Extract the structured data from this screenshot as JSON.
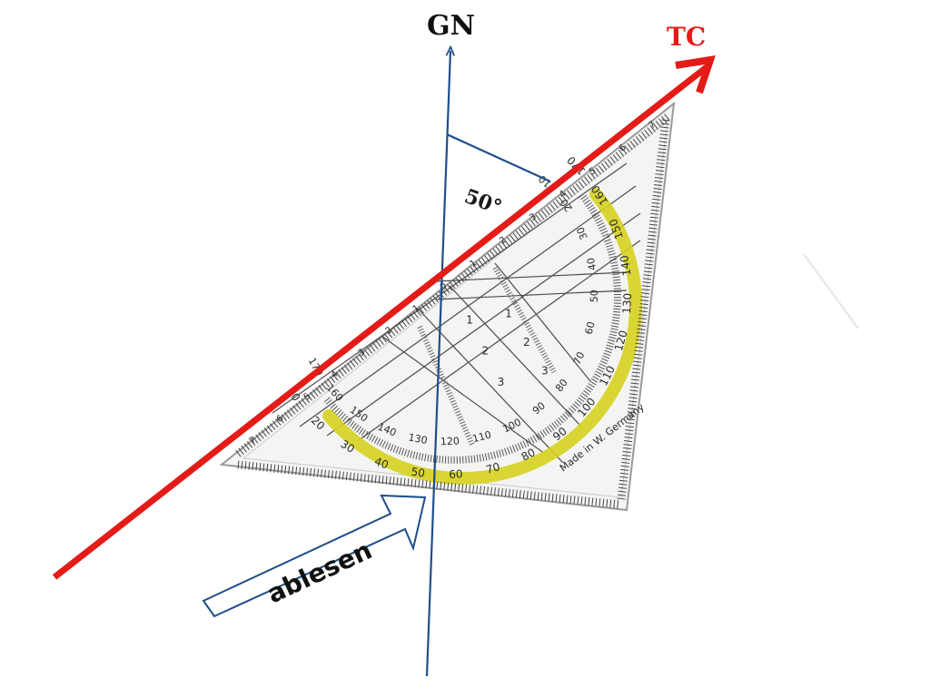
{
  "labels": {
    "grid_north": "GN",
    "true_course": "TC",
    "angle": "50°",
    "read_hint": "ablesen",
    "maker": "Made in W. Germany"
  },
  "scale": {
    "outer_ticks": [
      "10",
      "20",
      "30",
      "40",
      "50",
      "60",
      "70",
      "80",
      "90",
      "100",
      "110",
      "120",
      "130",
      "140",
      "150",
      "160",
      "170"
    ],
    "inner_ticks": [
      "10",
      "20",
      "30",
      "40",
      "50",
      "60",
      "70",
      "80",
      "90",
      "100",
      "110",
      "120",
      "130",
      "140",
      "150",
      "160",
      "170"
    ],
    "edge_ticks": [
      "0",
      "1",
      "2",
      "3",
      "4",
      "5",
      "6",
      "7"
    ],
    "center_ticks": [
      "1",
      "2",
      "3"
    ]
  },
  "colors": {
    "course_line": "#e41b17",
    "north_line": "#1f4e8c",
    "protractor_arc": "#d6d21f",
    "ruler_lines": "#3a3a3a",
    "triangle_fill": "#f4f5f3"
  }
}
